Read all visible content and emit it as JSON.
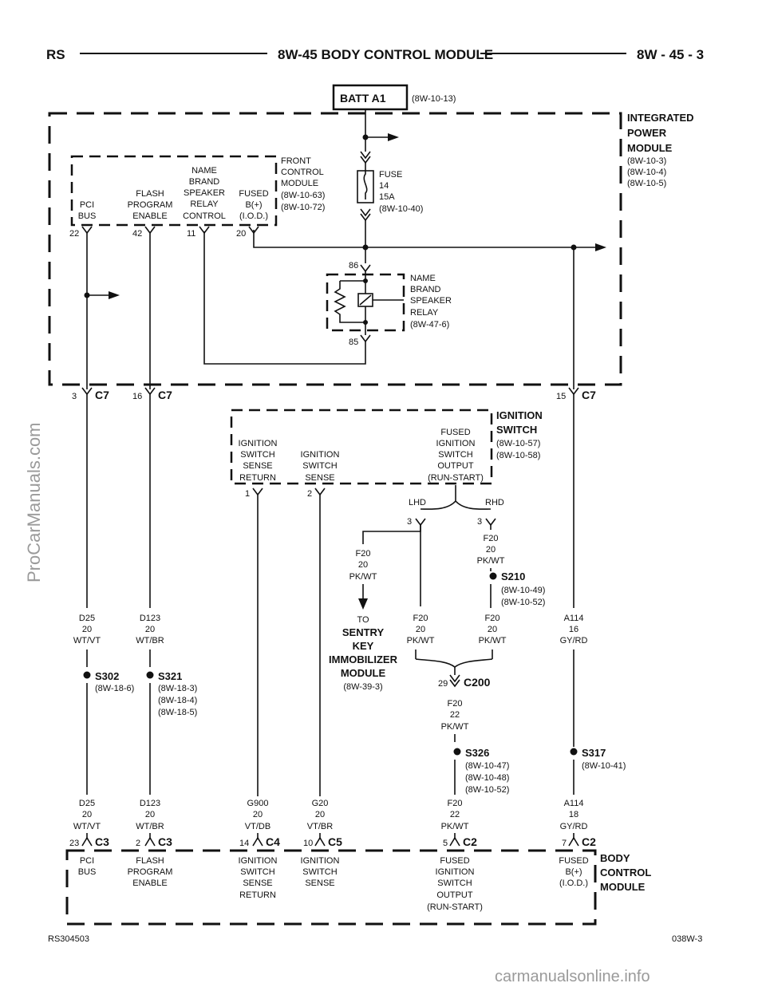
{
  "header": {
    "left": "RS",
    "title": "8W-45 BODY CONTROL MODULE",
    "right": "8W - 45 - 3"
  },
  "footer": {
    "left": "RS304503",
    "right": "038W-3"
  },
  "watermark": {
    "side": "ProCarManuals.com",
    "bottom": "carmanualsonline.info"
  },
  "batt": {
    "label": "BATT A1",
    "ref": "(8W-10-13)"
  },
  "ipm": {
    "title": [
      "INTEGRATED",
      "POWER",
      "MODULE"
    ],
    "refs": [
      "(8W-10-3)",
      "(8W-10-4)",
      "(8W-10-5)"
    ]
  },
  "fcm": {
    "title": [
      "FRONT",
      "CONTROL",
      "MODULE",
      "(8W-10-63)",
      "(8W-10-72)"
    ],
    "pins": [
      {
        "label": [
          "PCI",
          "BUS"
        ],
        "num": "22"
      },
      {
        "label": [
          "FLASH",
          "PROGRAM",
          "ENABLE"
        ],
        "num": "42"
      },
      {
        "label": [
          "NAME",
          "BRAND",
          "SPEAKER",
          "RELAY",
          "CONTROL"
        ],
        "num": "11"
      },
      {
        "label": [
          "FUSED",
          "B(+)",
          "(I.O.D.)"
        ],
        "num": "20"
      }
    ]
  },
  "fuse": {
    "label": [
      "FUSE",
      "14",
      "15A",
      "(8W-10-40)"
    ]
  },
  "relay": {
    "label": [
      "NAME",
      "BRAND",
      "SPEAKER",
      "RELAY",
      "(8W-47-6)"
    ],
    "pin_top": "86",
    "pin_bottom": "85"
  },
  "c7": [
    {
      "pin": "3",
      "name": "C7"
    },
    {
      "pin": "16",
      "name": "C7"
    },
    {
      "pin": "15",
      "name": "C7"
    }
  ],
  "ignition_switch": {
    "title": [
      "IGNITION",
      "SWITCH"
    ],
    "refs": [
      "(8W-10-57)",
      "(8W-10-58)"
    ],
    "pins": [
      {
        "label": [
          "IGNITION",
          "SWITCH",
          "SENSE",
          "RETURN"
        ],
        "num": "1"
      },
      {
        "label": [
          "IGNITION",
          "SWITCH",
          "SENSE"
        ],
        "num": "2"
      },
      {
        "label": [
          "FUSED",
          "IGNITION",
          "SWITCH",
          "OUTPUT",
          "(RUN-START)"
        ]
      }
    ],
    "lhd": "LHD",
    "rhd": "RHD",
    "lhd_pin": "3",
    "rhd_pin": "3"
  },
  "wires": {
    "d25_top": [
      "D25",
      "20",
      "WT/VT"
    ],
    "d123_top": [
      "D123",
      "20",
      "WT/BR"
    ],
    "f20_sentry": [
      "F20",
      "20",
      "PK/WT"
    ],
    "f20_rhd": [
      "F20",
      "20",
      "PK/WT"
    ],
    "f20_lhd_low": [
      "F20",
      "20",
      "PK/WT"
    ],
    "f20_rhd_low": [
      "F20",
      "20",
      "PK/WT"
    ],
    "a114_top": [
      "A114",
      "16",
      "GY/RD"
    ],
    "f20_22": [
      "F20",
      "22",
      "PK/WT"
    ],
    "d25_bot": [
      "D25",
      "20",
      "WT/VT"
    ],
    "d123_bot": [
      "D123",
      "20",
      "WT/BR"
    ],
    "g900": [
      "G900",
      "20",
      "VT/DB"
    ],
    "g20": [
      "G20",
      "20",
      "VT/BR"
    ],
    "f20_bot": [
      "F20",
      "22",
      "PK/WT"
    ],
    "a114_bot": [
      "A114",
      "18",
      "GY/RD"
    ]
  },
  "splices": {
    "s302": {
      "name": "S302",
      "refs": [
        "(8W-18-6)"
      ]
    },
    "s321": {
      "name": "S321",
      "refs": [
        "(8W-18-3)",
        "(8W-18-4)",
        "(8W-18-5)"
      ]
    },
    "s210": {
      "name": "S210",
      "refs": [
        "(8W-10-49)",
        "(8W-10-52)"
      ]
    },
    "s326": {
      "name": "S326",
      "refs": [
        "(8W-10-47)",
        "(8W-10-48)",
        "(8W-10-52)"
      ]
    },
    "s317": {
      "name": "S317",
      "refs": [
        "(8W-10-41)"
      ]
    }
  },
  "sentry": {
    "to": "TO",
    "name": [
      "SENTRY",
      "KEY",
      "IMMOBILIZER",
      "MODULE"
    ],
    "ref": "(8W-39-3)"
  },
  "c200": {
    "pin": "29",
    "name": "C200"
  },
  "bcm": {
    "title": [
      "BODY",
      "CONTROL",
      "MODULE"
    ],
    "conns": [
      {
        "pin": "23",
        "name": "C3",
        "label": [
          "PCI",
          "BUS"
        ]
      },
      {
        "pin": "2",
        "name": "C3",
        "label": [
          "FLASH",
          "PROGRAM",
          "ENABLE"
        ]
      },
      {
        "pin": "14",
        "name": "C4",
        "label": [
          "IGNITION",
          "SWITCH",
          "SENSE",
          "RETURN"
        ]
      },
      {
        "pin": "10",
        "name": "C5",
        "label": [
          "IGNITION",
          "SWITCH",
          "SENSE"
        ]
      },
      {
        "pin": "5",
        "name": "C2",
        "label": [
          "FUSED",
          "IGNITION",
          "SWITCH",
          "OUTPUT",
          "(RUN-START)"
        ]
      },
      {
        "pin": "7",
        "name": "C2",
        "label": [
          "FUSED",
          "B(+)",
          "(I.O.D.)"
        ]
      }
    ]
  }
}
